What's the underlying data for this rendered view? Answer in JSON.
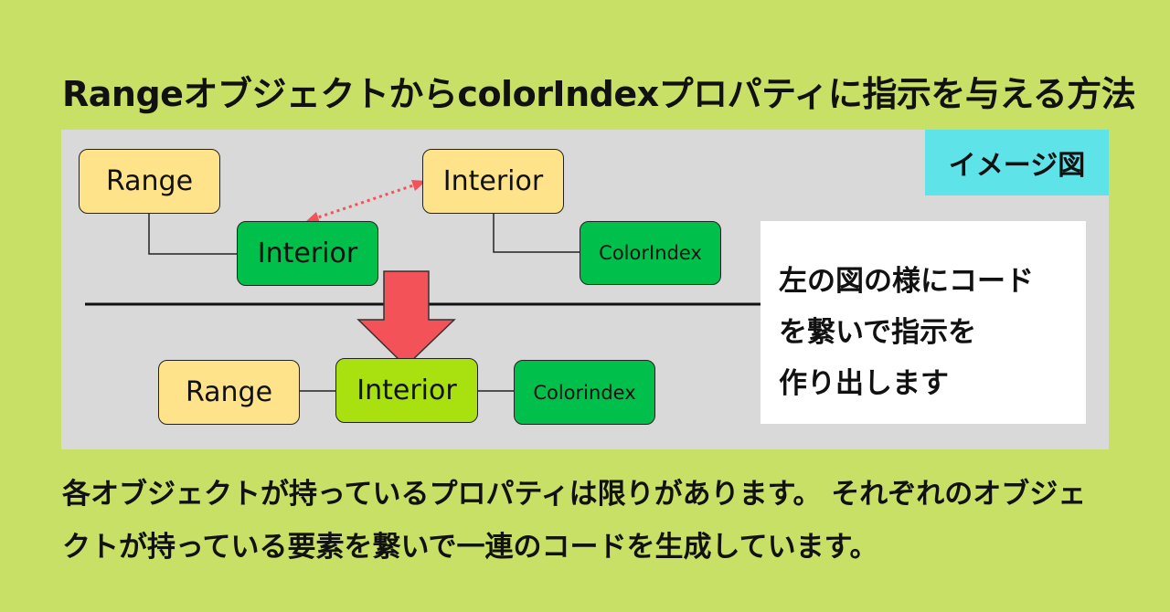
{
  "title": "RangeオブジェクトからcolorIndexプロパティに指示を与える方法",
  "badge": "イメージ図",
  "top_left": {
    "range": "Range",
    "interior": "Interior"
  },
  "top_right": {
    "interior": "Interior",
    "colorindex": "ColorIndex"
  },
  "bottom": {
    "range": "Range",
    "interior": "Interior",
    "colorindex": "Colorindex"
  },
  "note": {
    "line1": "左の図の様にコード",
    "line2": "を繋いで指示を",
    "line3": "作り出します"
  },
  "footer": {
    "line1": "各オブジェクトが持っているプロパティは限りがあります。 それぞれのオブジェ",
    "line2": "クトが持っている要素を繋いで一連のコードを生成しています。"
  },
  "colors": {
    "background": "#c8e066",
    "panel": "#d9d9d9",
    "badge": "#5de3e8",
    "yellow_node": "#ffe38a",
    "green_node": "#00c04b",
    "lime_node": "#a8e010",
    "arrow": "#f25258",
    "dotted_link": "#f25258"
  }
}
